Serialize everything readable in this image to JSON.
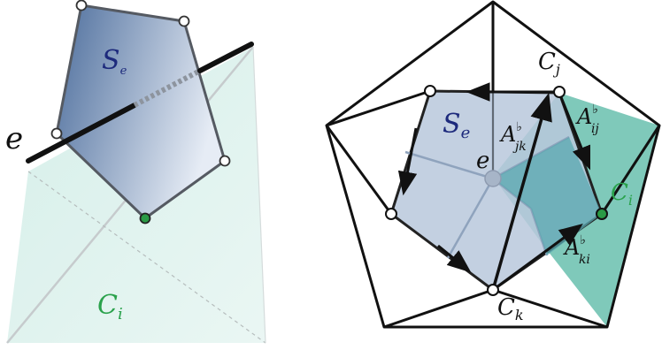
{
  "left_panel": {
    "surface_label": "S",
    "surface_subscript": "e",
    "edge_label": "e",
    "cell_label": "C",
    "cell_subscript": "i"
  },
  "right_panel": {
    "surface_label": "S",
    "surface_subscript": "e",
    "edge_label": "e",
    "cell_j": {
      "main": "C",
      "sub": "j"
    },
    "cell_i": {
      "main": "C",
      "sub": "i"
    },
    "cell_k": {
      "main": "C",
      "sub": "k"
    },
    "a_jk": {
      "main": "A",
      "sup": "♭",
      "sub": "jk"
    },
    "a_ij": {
      "main": "A",
      "sup": "♭",
      "sub": "ij"
    },
    "a_ki": {
      "main": "A",
      "sup": "♭",
      "sub": "ki"
    }
  },
  "colors": {
    "surface_dark": "#4c6d9c",
    "surface_light": "#dfe7f3",
    "surface_fill": "#b9c8dc",
    "cell_fill": "#7fc9ba",
    "cell_fill_light": "#d5eee8",
    "cell_label": "#2aa24c",
    "surface_label": "#1d2a7c",
    "stroke": "#111111"
  }
}
